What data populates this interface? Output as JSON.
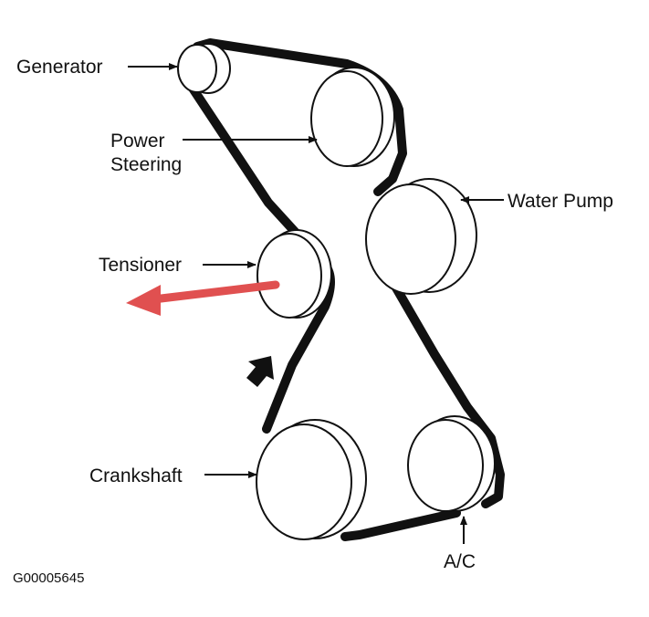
{
  "diagram": {
    "labels": {
      "generator": "Generator",
      "power_steering_line1": "Power",
      "power_steering_line2": "Steering",
      "water_pump": "Water Pump",
      "tensioner": "Tensioner",
      "crankshaft": "Crankshaft",
      "ac": "A/C"
    },
    "figure_code": "G00005645",
    "colors": {
      "line": "#111111",
      "belt": "#111111",
      "pulley_fill": "#ffffff",
      "highlight_arrow": "#e05050"
    },
    "icons": {
      "rotation_arrow": "rotation-direction-arrow-icon",
      "highlight_arrow": "highlight-arrow-icon"
    }
  }
}
